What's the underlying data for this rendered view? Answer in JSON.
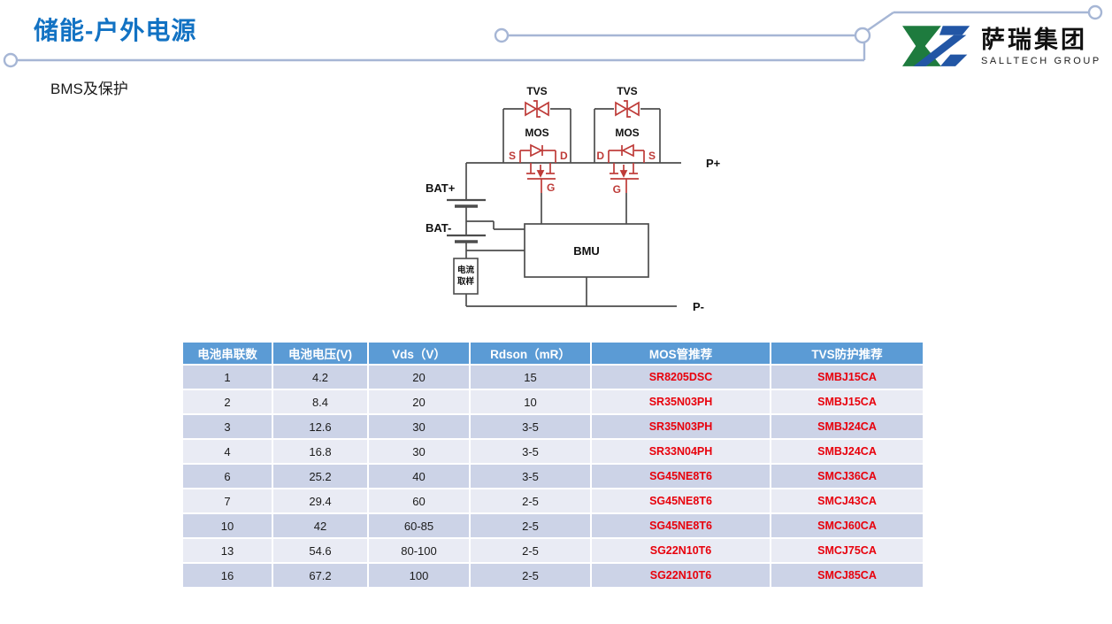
{
  "header": {
    "title": "储能-户外电源",
    "subtitle": "BMS及保护",
    "logo_cn": "萨瑞集团",
    "logo_en": "SALLTECH GROUP"
  },
  "colors": {
    "title_blue": "#1272c3",
    "deco_line": "#a6b6d5",
    "table_header_blue": "#5b9bd5",
    "row_dark": "#ccd3e7",
    "row_light": "#e9ebf4",
    "highlight_red": "#e8000b",
    "wire_black": "#4d4d4d",
    "symbol_red": "#be3b38",
    "logo_green": "#1e7b3e",
    "logo_blue": "#2256a5"
  },
  "circuit": {
    "tvs_left": "TVS",
    "tvs_right": "TVS",
    "mos_left": "MOS",
    "mos_right": "MOS",
    "s_left": "S",
    "d_left": "D",
    "g_left": "G",
    "d_right": "D",
    "s_right": "S",
    "g_right": "G",
    "bat_plus": "BAT+",
    "bat_minus": "BAT-",
    "bmu": "BMU",
    "current_sample_line1": "电流",
    "current_sample_line2": "取样",
    "p_plus": "P+",
    "p_minus": "P-"
  },
  "table": {
    "headers": [
      "电池串联数",
      "电池电压(V)",
      "Vds（V）",
      "Rdson（mR）",
      "MOS管推荐",
      "TVS防护推荐"
    ],
    "rows": [
      [
        "1",
        "4.2",
        "20",
        "15",
        "SR8205DSC",
        "SMBJ15CA"
      ],
      [
        "2",
        "8.4",
        "20",
        "10",
        "SR35N03PH",
        "SMBJ15CA"
      ],
      [
        "3",
        "12.6",
        "30",
        "3-5",
        "SR35N03PH",
        "SMBJ24CA"
      ],
      [
        "4",
        "16.8",
        "30",
        "3-5",
        "SR33N04PH",
        "SMBJ24CA"
      ],
      [
        "6",
        "25.2",
        "40",
        "3-5",
        "SG45NE8T6",
        "SMCJ36CA"
      ],
      [
        "7",
        "29.4",
        "60",
        "2-5",
        "SG45NE8T6",
        "SMCJ43CA"
      ],
      [
        "10",
        "42",
        "60-85",
        "2-5",
        "SG45NE8T6",
        "SMCJ60CA"
      ],
      [
        "13",
        "54.6",
        "80-100",
        "2-5",
        "SG22N10T6",
        "SMCJ75CA"
      ],
      [
        "16",
        "67.2",
        "100",
        "2-5",
        "SG22N10T6",
        "SMCJ85CA"
      ]
    ]
  }
}
